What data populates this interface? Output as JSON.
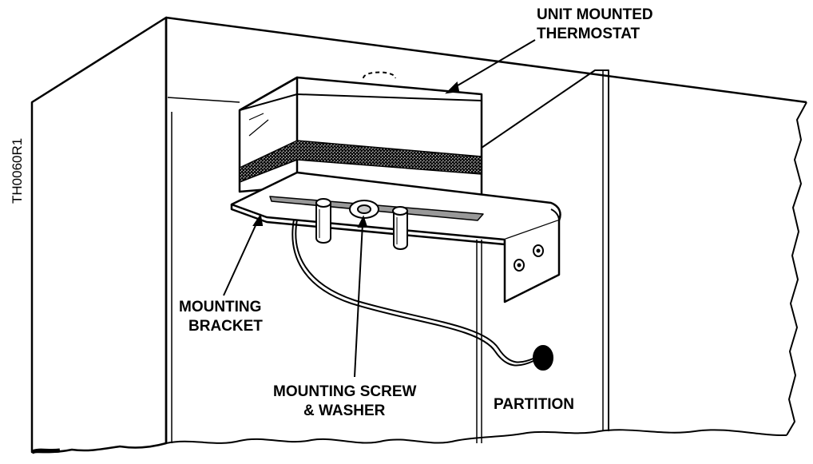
{
  "figure_code": "TH0060R1",
  "labels": {
    "thermostat_line1": "UNIT MOUNTED",
    "thermostat_line2": "THERMOSTAT",
    "bracket_line1": "MOUNTING",
    "bracket_line2": "BRACKET",
    "screw_line1": "MOUNTING SCREW",
    "screw_line2": "& WASHER",
    "partition": "PARTITION"
  }
}
